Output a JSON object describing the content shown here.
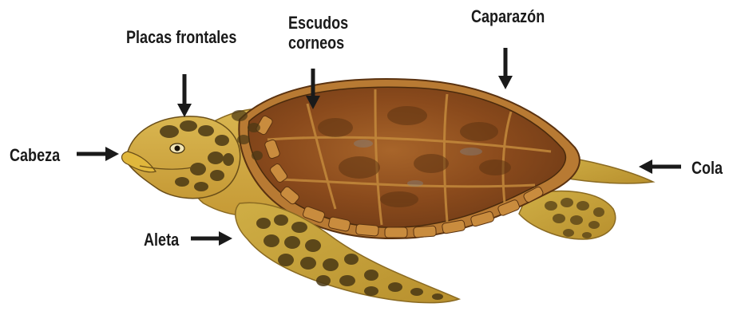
{
  "labels": {
    "placas": "Placas frontales",
    "escudos": "Escudos\ncorneos",
    "caparazon": "Caparazón",
    "cabeza": "Cabeza",
    "cola": "Cola",
    "aleta": "Aleta"
  },
  "colors": {
    "text": "#1a1a1a",
    "arrow": "#1a1a1a",
    "shell_dark": "#6e3a16",
    "shell_mid": "#8a4a1c",
    "shell_light": "#a8652a",
    "scute_edge": "#c48a3c",
    "skin": "#d6b14a",
    "skin_dark": "#a9822a",
    "scale_dark": "#4a3814"
  },
  "image": {
    "subject": "sea-turtle-illustration"
  }
}
